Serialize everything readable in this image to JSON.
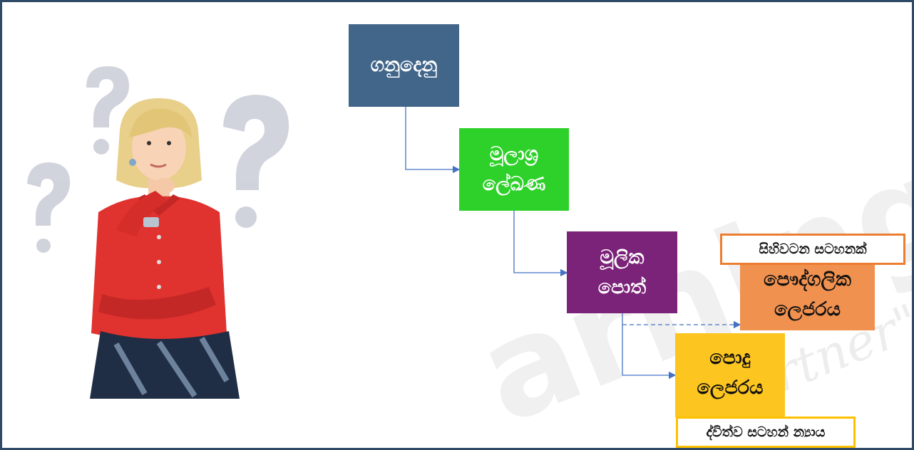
{
  "flow": {
    "documents": {
      "label": "ගනුදෙනු",
      "color": "#42668a"
    },
    "source_documents": {
      "line1": "මූලාශ්‍ර",
      "line2": "ලේඛණ",
      "color": "#2ed12a"
    },
    "prime_books": {
      "line1": "මූලික",
      "line2": "පොත්",
      "color": "#7b2379"
    },
    "personal_ledger": {
      "line1": "පෞද්ගලික",
      "line2": "ලෙජරය",
      "color": "#f0914f"
    },
    "general_ledger": {
      "line1": "පොදු",
      "line2": "ලෙජරය",
      "color": "#fdc51f"
    }
  },
  "notes": {
    "memorandum": {
      "label": "සිහිවටන සටහනක්",
      "border_color": "#ed7d31"
    },
    "double_entry": {
      "label": "ද්විත්ව සටහන් න්‍යාය",
      "border_color": "#ffc000"
    }
  },
  "connector_color": "#4472c4"
}
